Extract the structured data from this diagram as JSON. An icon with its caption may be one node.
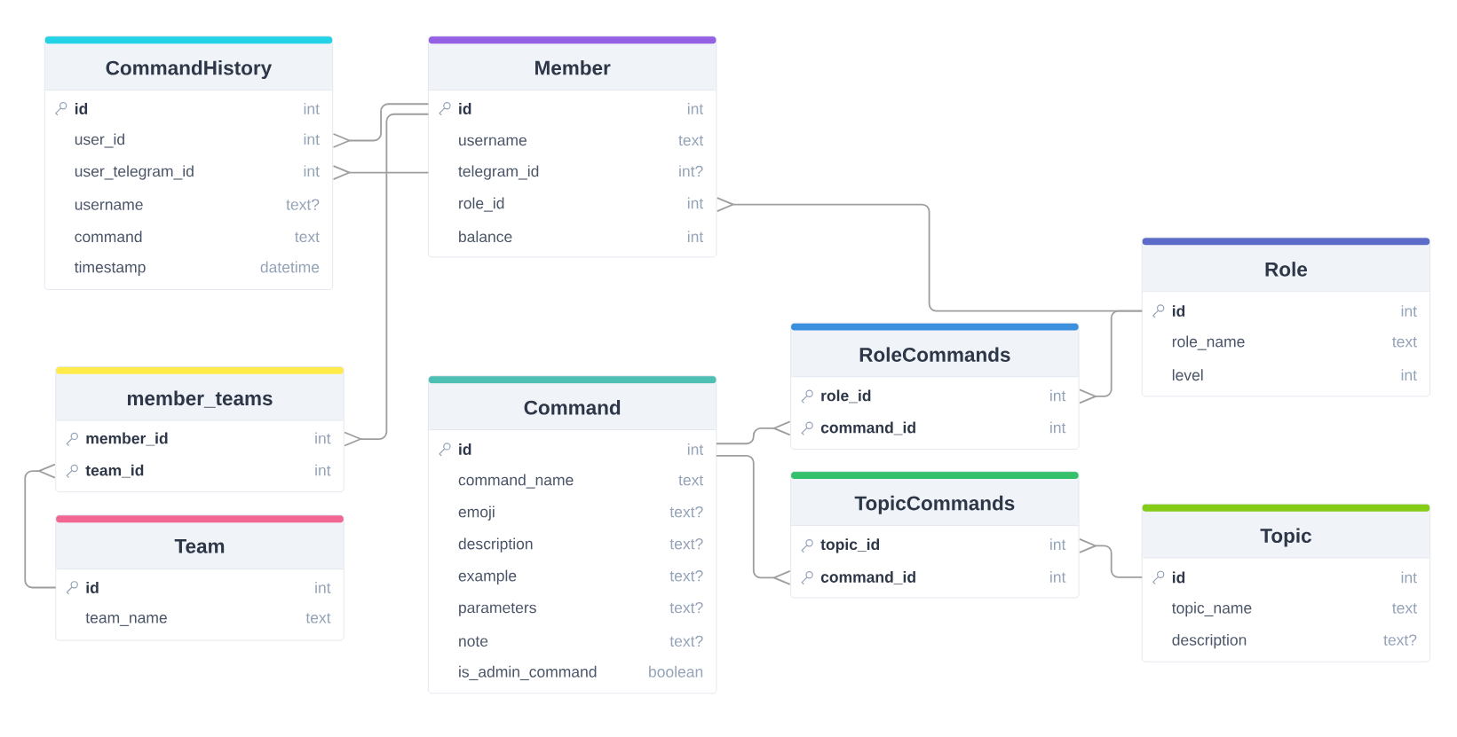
{
  "diagram": {
    "nodes": [
      {
        "text": [
          "CommandHistory"
        ]
      },
      {
        "text": [
          "id",
          "int"
        ],
        "in": 0
      },
      {
        "text": [
          "user_id",
          "int"
        ],
        "in": 0
      },
      {
        "text": [
          "user_telegram_id",
          "int"
        ],
        "in": 0
      },
      {
        "text": [
          "username",
          "text?"
        ],
        "in": 0
      },
      {
        "text": [
          "command",
          "text"
        ],
        "in": 0
      },
      {
        "text": [
          "timestamp",
          "datetime"
        ],
        "in": 0
      },
      {
        "text": [
          "Member"
        ]
      },
      {
        "text": [
          "id",
          "int"
        ],
        "in": 7
      },
      {
        "text": [
          "username",
          "text"
        ],
        "in": 7
      },
      {
        "text": [
          "telegram_id",
          "int?"
        ],
        "in": 7
      },
      {
        "text": [
          "role_id",
          "int"
        ],
        "in": 7
      },
      {
        "text": [
          "balance",
          "int"
        ],
        "in": 7
      },
      {
        "text": [
          "Role"
        ]
      },
      {
        "text": [
          "id",
          "int"
        ],
        "in": 13
      },
      {
        "text": [
          "role_name",
          "text"
        ],
        "in": 13
      },
      {
        "text": [
          "level",
          "int"
        ],
        "in": 13
      },
      {
        "text": [
          "member_teams"
        ]
      },
      {
        "text": [
          "member_id",
          "int"
        ],
        "in": 17
      },
      {
        "text": [
          "team_id",
          "int"
        ],
        "in": 17
      },
      {
        "text": [
          "Command"
        ]
      },
      {
        "text": [
          "id",
          "int"
        ],
        "in": 20
      },
      {
        "text": [
          "command_name",
          "text"
        ],
        "in": 20
      },
      {
        "text": [
          "emoji",
          "text?"
        ],
        "in": 20
      },
      {
        "text": [
          "description",
          "text?"
        ],
        "in": 20
      },
      {
        "text": [
          "example",
          "text?"
        ],
        "in": 20
      },
      {
        "text": [
          "parameters",
          "text?"
        ],
        "in": 20
      },
      {
        "text": [
          "note",
          "text?"
        ],
        "in": 20
      },
      {
        "text": [
          "is_admin_command",
          "boolean"
        ],
        "in": 20
      },
      {
        "text": [
          "RoleCommands"
        ]
      },
      {
        "text": [
          "role_id",
          "int"
        ],
        "in": 29
      },
      {
        "text": [
          "command_id",
          "int"
        ],
        "in": 29
      },
      {
        "text": [
          "TopicCommands"
        ]
      },
      {
        "text": [
          "topic_id",
          "int"
        ],
        "in": 32
      },
      {
        "text": [
          "command_id",
          "int"
        ],
        "in": 32
      },
      {
        "text": [
          "Team"
        ]
      },
      {
        "text": [
          "id",
          "int"
        ],
        "in": 35
      },
      {
        "text": [
          "team_name",
          "text"
        ],
        "in": 35
      },
      {
        "text": [
          "Topic"
        ]
      },
      {
        "text": [
          "id",
          "int"
        ],
        "in": 38
      },
      {
        "text": [
          "topic_name",
          "text"
        ],
        "in": 38
      },
      {
        "text": [
          "description",
          "text?"
        ],
        "in": 38
      }
    ],
    "edges": [
      {
        "from": 2,
        "to": 8,
        "arrow": "other"
      },
      {
        "from": 3,
        "to": 10,
        "arrow": "other"
      },
      {
        "from": 18,
        "to": 8,
        "arrow": "other"
      },
      {
        "from": 19,
        "to": 36,
        "arrow": "other"
      },
      {
        "from": 11,
        "to": 14,
        "arrow": "other"
      },
      {
        "from": 30,
        "to": 14,
        "arrow": "other"
      },
      {
        "from": 31,
        "to": 21,
        "arrow": "other"
      },
      {
        "from": 34,
        "to": 21,
        "arrow": "other"
      },
      {
        "from": 33,
        "to": 39,
        "arrow": "other"
      }
    ]
  }
}
